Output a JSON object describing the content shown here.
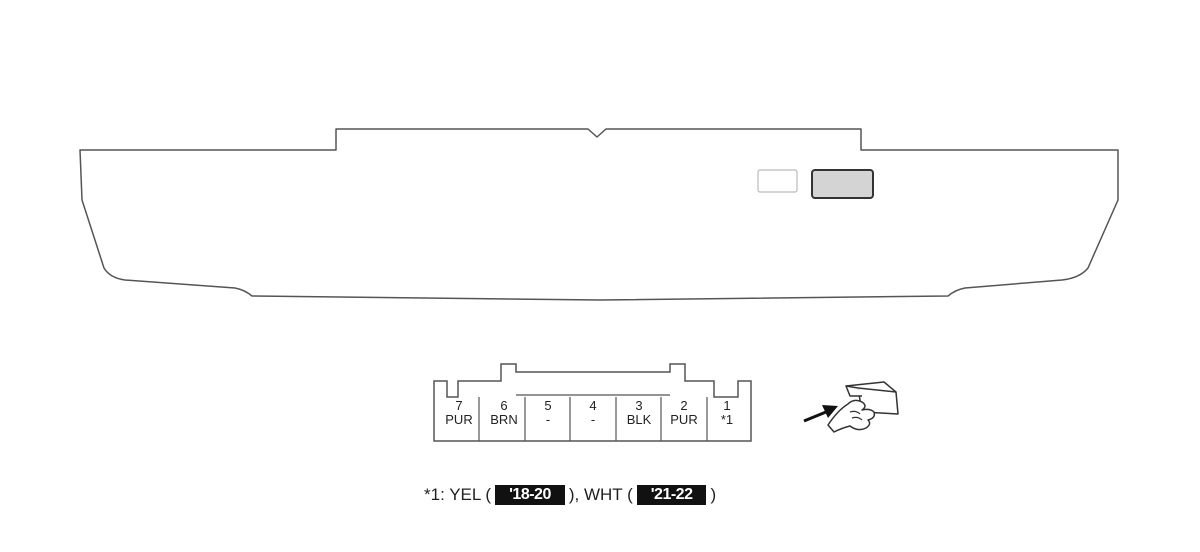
{
  "connector": {
    "pins": [
      {
        "number": "7",
        "color": "PUR"
      },
      {
        "number": "6",
        "color": "BRN"
      },
      {
        "number": "5",
        "color": "-"
      },
      {
        "number": "4",
        "color": "-"
      },
      {
        "number": "3",
        "color": "BLK"
      },
      {
        "number": "2",
        "color": "PUR"
      },
      {
        "number": "1",
        "color": "*1"
      }
    ]
  },
  "footnote": {
    "lead": "*1: YEL (",
    "badge_one": "'18-20",
    "mid": "), WHT (",
    "badge_two": "'21-22",
    "tail": ")"
  },
  "icons": {
    "connector_view": "hand-pointing-connector-icon"
  },
  "colors": {
    "outline": "#555555",
    "switch_fill": "#d4d4d4",
    "badge_bg": "#111111"
  }
}
